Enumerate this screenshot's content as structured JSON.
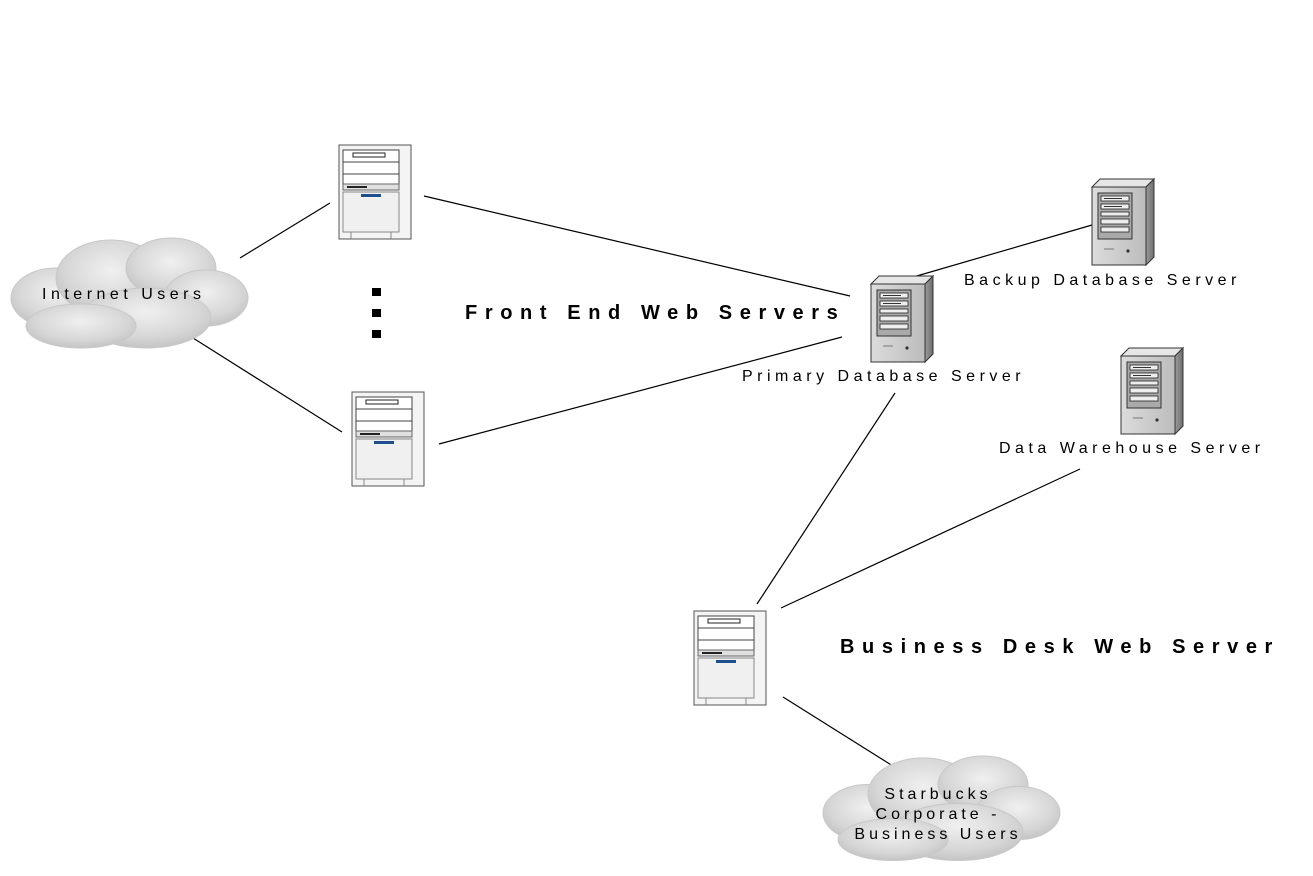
{
  "labels": {
    "internet_users": "Internet Users",
    "front_end_web_servers": "Front End Web Servers",
    "primary_database_server": "Primary Database Server",
    "backup_database_server": "Backup Database Server",
    "data_warehouse_server": "Data Warehouse Server",
    "business_desk_web_server": "Business Desk Web Server",
    "starbucks_line1": "Starbucks",
    "starbucks_line2": "Corporate -",
    "starbucks_line3": "Business Users"
  },
  "colors": {
    "line": "#000000",
    "cloud_fill": "#d9d9d9",
    "server_face": "#f4f4f4",
    "tower_body": "#c8c8c8",
    "accent_blue": "#1f4e8c"
  },
  "icons": {
    "cloud": "cloud-icon",
    "web_server": "web-server-icon",
    "database_server": "tower-server-icon",
    "ellipsis": "vertical-ellipsis-icon"
  }
}
